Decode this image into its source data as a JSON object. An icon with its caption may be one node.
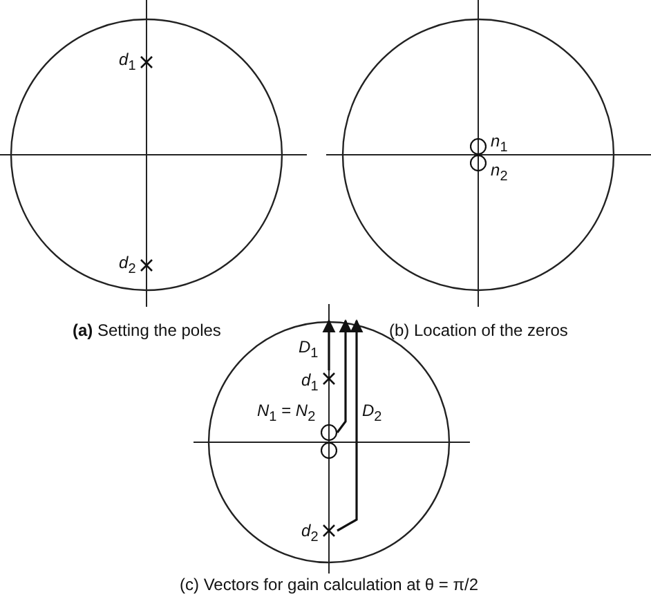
{
  "diagram": {
    "nodes": [
      {
        "text": [],
        "shape": "cross",
        "beside": [
          "*d*$_{1}$"
        ]
      },
      {
        "text": [],
        "shape": "cross",
        "beside": [
          "*d*$_{2}$"
        ]
      },
      {
        "text": [],
        "shape": "circle",
        "beside": [
          "*n*$_{1}$"
        ]
      },
      {
        "text": [],
        "shape": "circle",
        "beside": [
          "*n*$_{2}$"
        ]
      },
      {
        "text": [],
        "shape": "cross",
        "beside": [
          "*d*$_{1}$"
        ]
      },
      {
        "text": [],
        "shape": "circle"
      },
      {
        "text": [],
        "shape": "circle"
      },
      {
        "text": [],
        "shape": "cross",
        "beside": [
          "*d*$_{2}$"
        ]
      }
    ],
    "edges": [
      {
        "from": 4,
        "to": null,
        "arrow": "to",
        "label": "*D*$_{1}$"
      },
      {
        "from": 5,
        "to": null,
        "arrow": "to"
      },
      {
        "from": 6,
        "to": null,
        "arrow": "to"
      },
      {
        "from": 7,
        "to": null,
        "arrow": "to",
        "label": "*D*$_{2}$"
      }
    ],
    "labels": [
      "**(a)** Setting the poles",
      "(b) Location of the zeros",
      "*N*$_{1}$ = *N*$_{2}$",
      "(c) Vectors for gain calculation at θ = π/2"
    ]
  }
}
